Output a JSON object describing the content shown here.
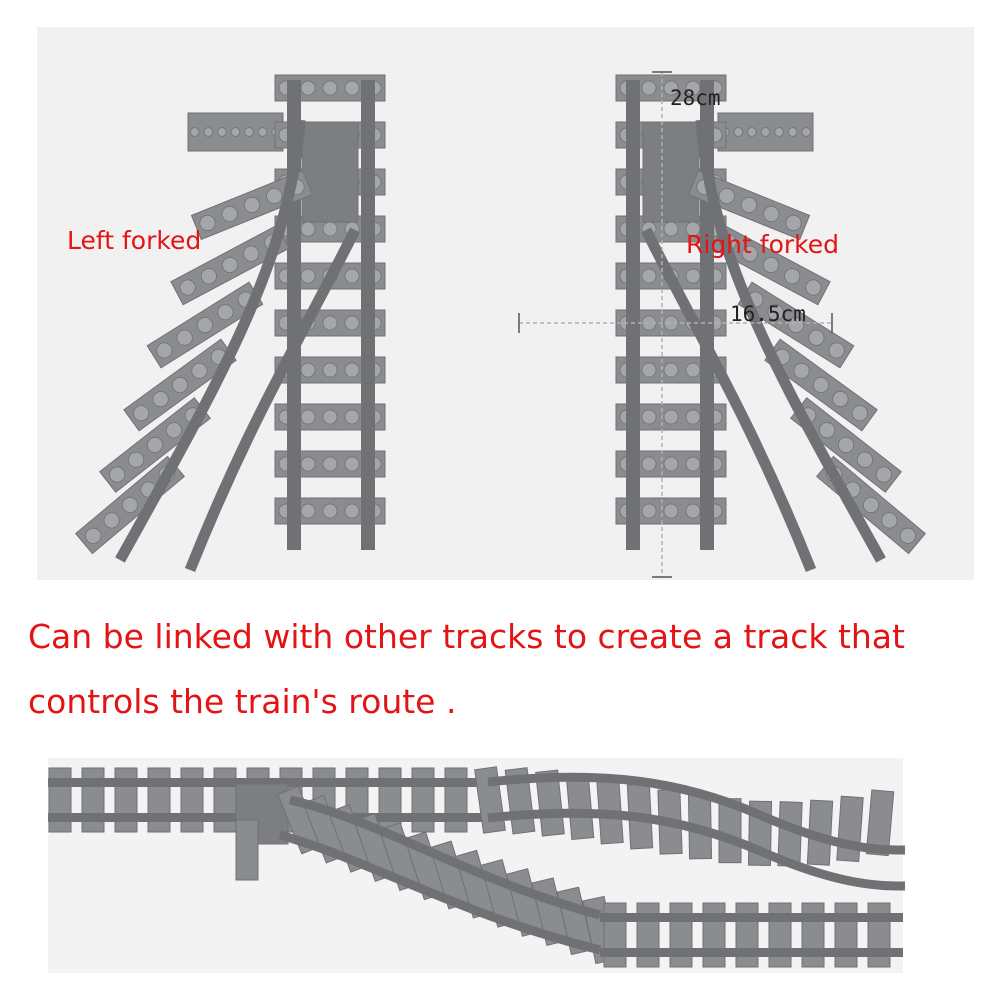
{
  "labels": {
    "left_forked": "Left forked",
    "right_forked": "Right forked",
    "length": "28cm",
    "width": "16.5cm"
  },
  "caption": {
    "line1": "Can be linked with other tracks to create a track that",
    "line2": "controls the train's route ."
  },
  "colors": {
    "panel_bg": "#f1f1f1",
    "track_gray": "#8a8c8f",
    "track_dark": "#6f7174",
    "stud_gray": "#a4a6a9",
    "label_red": "#e41414"
  }
}
